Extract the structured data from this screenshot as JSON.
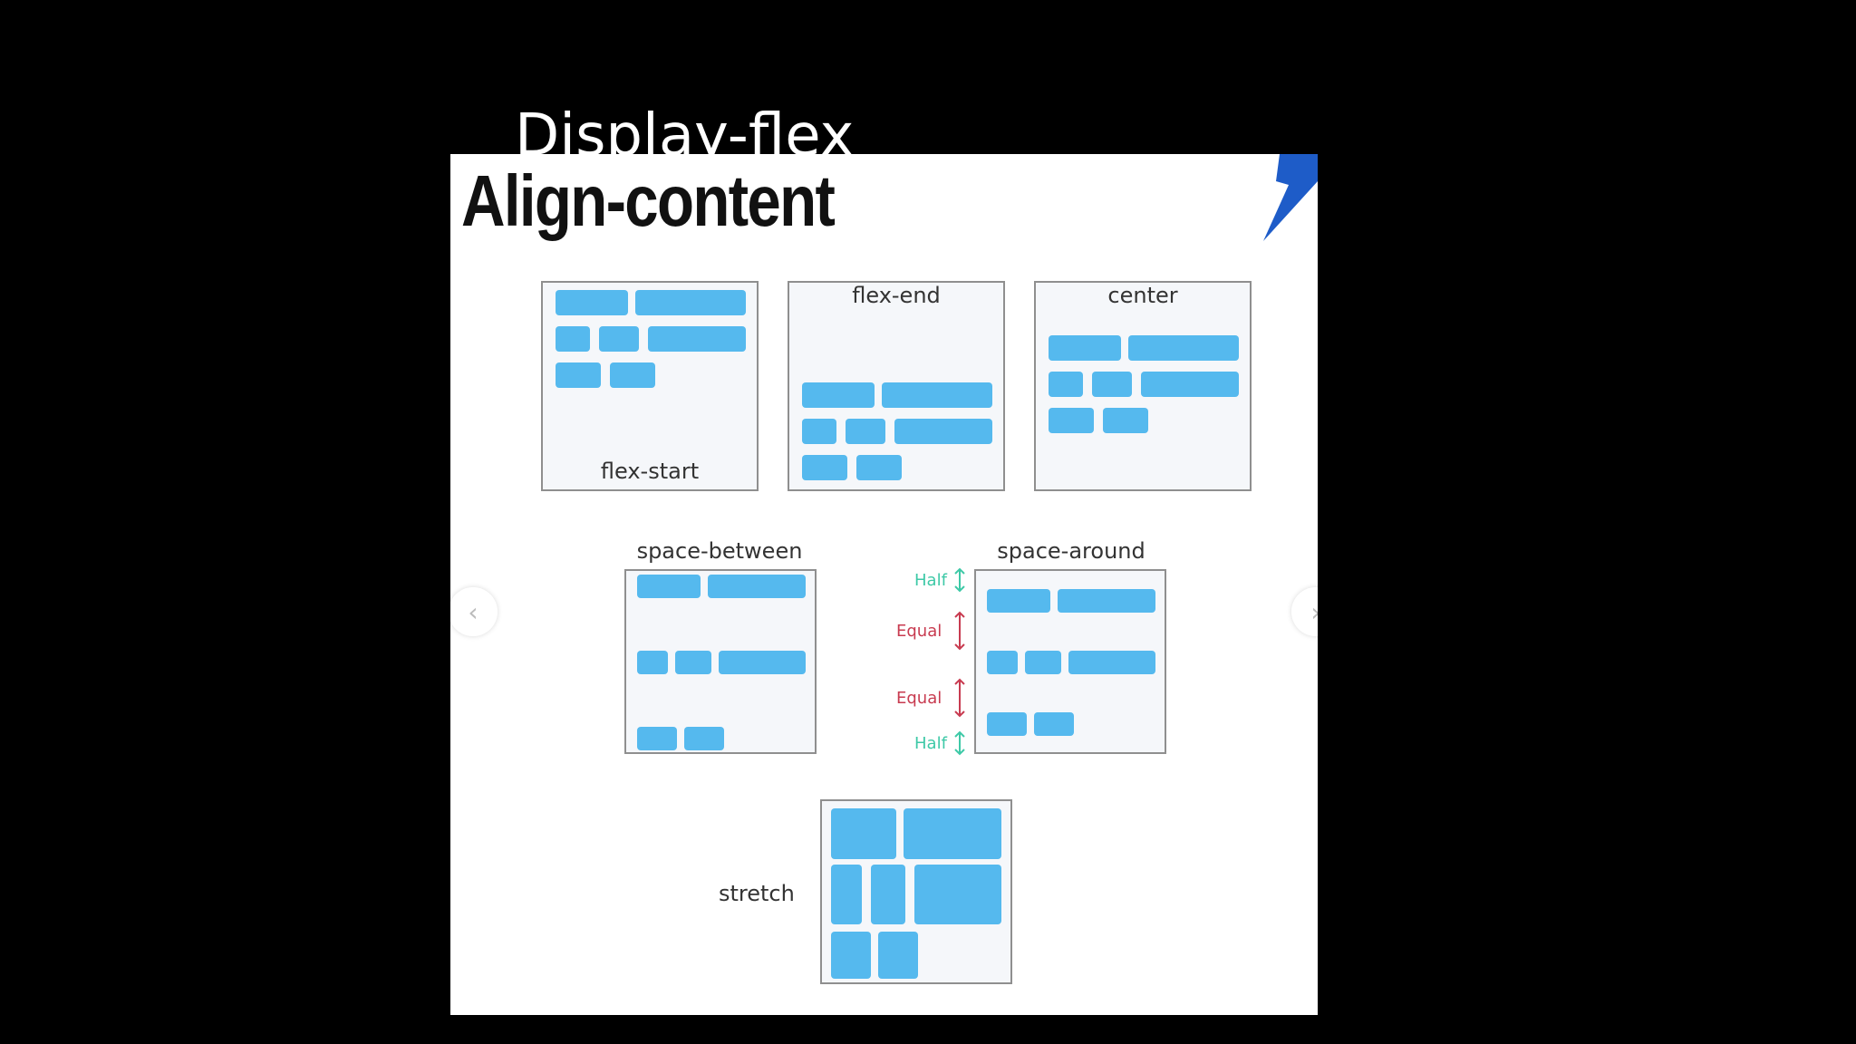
{
  "slide": {
    "title": "Display-flex"
  },
  "card": {
    "heading": "Align-content",
    "accent_color": "#1e5cc8",
    "item_color": "#55b9ee",
    "diagrams": {
      "flex_start": "flex-start",
      "flex_end": "flex-end",
      "center": "center",
      "space_between": "space-between",
      "space_around": "space-around",
      "stretch": "stretch"
    },
    "annotations": {
      "half": "Half",
      "equal": "Equal"
    },
    "nav": {
      "prev_icon": "chevron-left-icon",
      "next_icon": "chevron-right-icon"
    }
  }
}
